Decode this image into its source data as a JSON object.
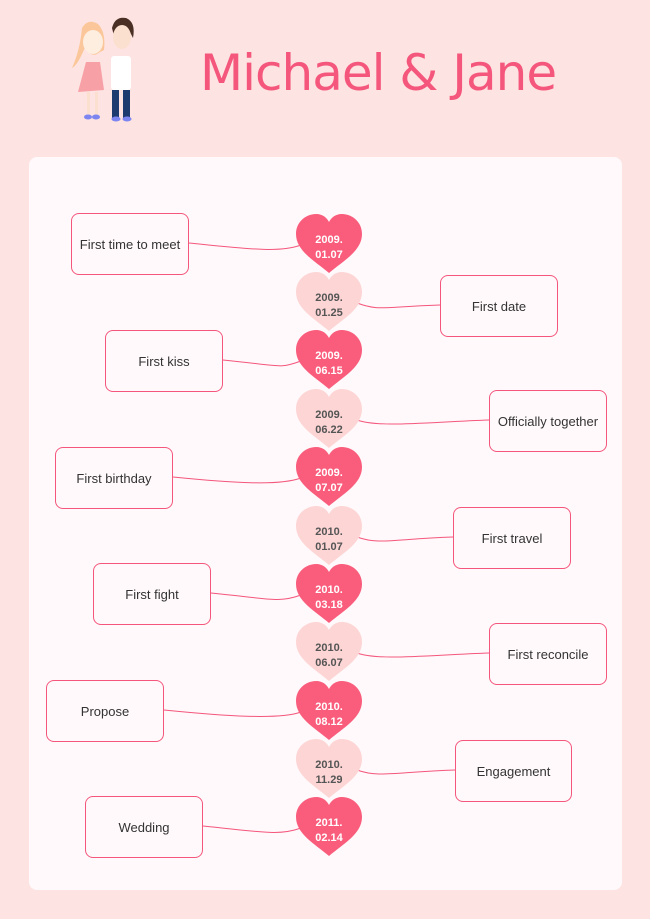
{
  "title": "Michael & Jane",
  "colors": {
    "dark_heart": "#fa5c7c",
    "light_heart": "#fdd5d5",
    "line": "#f4567c",
    "background": "#fde3e1"
  },
  "events": [
    {
      "date_year": "2009.",
      "date_day": "01.07",
      "label": "First time to meet",
      "side": "left",
      "style": "dark"
    },
    {
      "date_year": "2009.",
      "date_day": "01.25",
      "label": "First date",
      "side": "right",
      "style": "light"
    },
    {
      "date_year": "2009.",
      "date_day": "06.15",
      "label": "First kiss",
      "side": "left",
      "style": "dark"
    },
    {
      "date_year": "2009.",
      "date_day": "06.22",
      "label": "Officially together",
      "side": "right",
      "style": "light"
    },
    {
      "date_year": "2009.",
      "date_day": "07.07",
      "label": "First birthday",
      "side": "left",
      "style": "dark"
    },
    {
      "date_year": "2010.",
      "date_day": "01.07",
      "label": "First travel",
      "side": "right",
      "style": "light"
    },
    {
      "date_year": "2010.",
      "date_day": "03.18",
      "label": "First fight",
      "side": "left",
      "style": "dark"
    },
    {
      "date_year": "2010.",
      "date_day": "06.07",
      "label": "First reconcile",
      "side": "right",
      "style": "light"
    },
    {
      "date_year": "2010.",
      "date_day": "08.12",
      "label": "Propose",
      "side": "left",
      "style": "dark"
    },
    {
      "date_year": "2010.",
      "date_day": "11.29",
      "label": "Engagement",
      "side": "right",
      "style": "light"
    },
    {
      "date_year": "2011.",
      "date_day": "02.14",
      "label": "Wedding",
      "side": "left",
      "style": "dark"
    }
  ]
}
